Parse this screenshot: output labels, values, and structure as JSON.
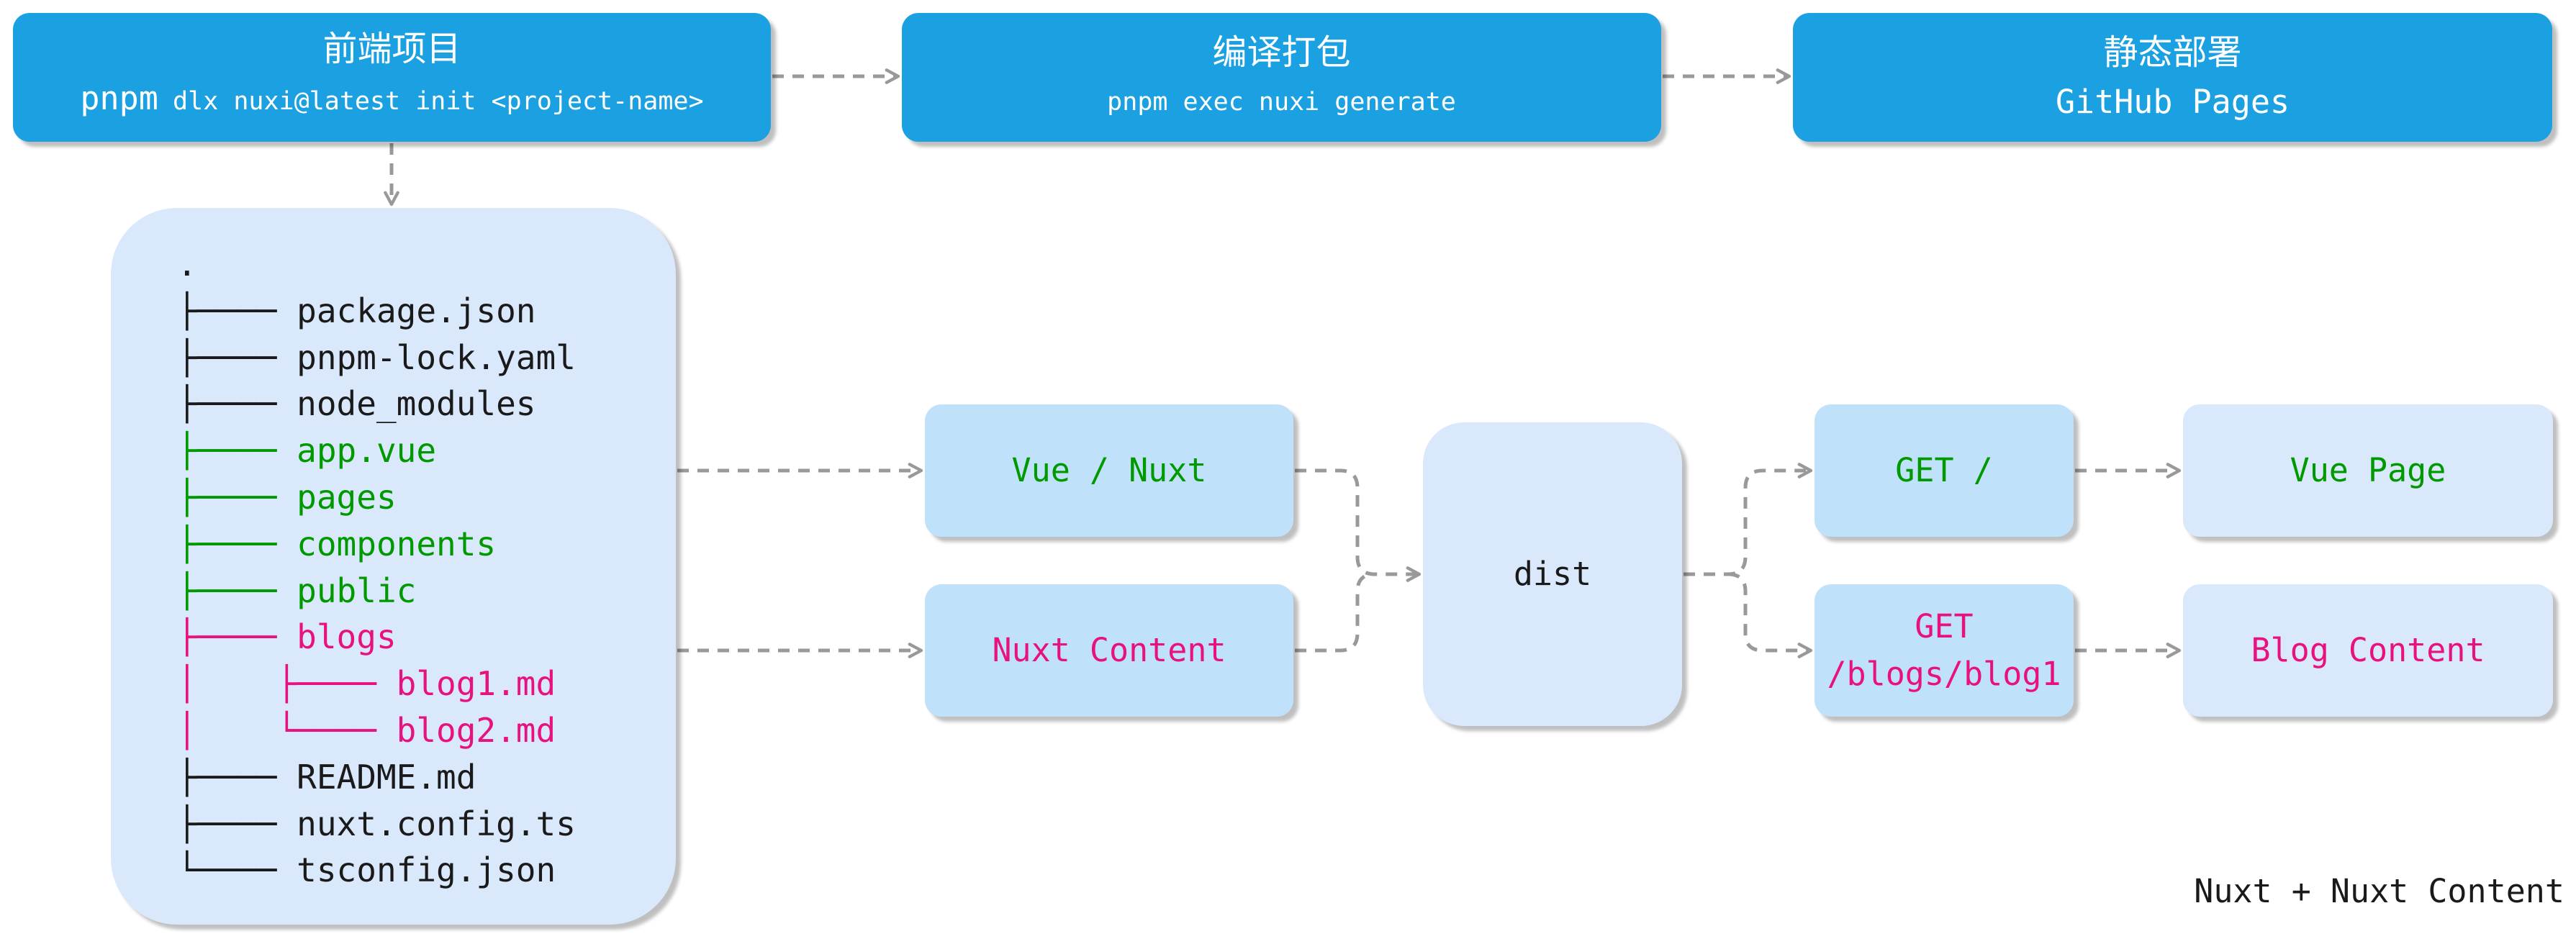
{
  "palette": {
    "pipeline_fill": "#1ba1e2",
    "panel_fill": "#dae8fc",
    "node_fill": "#bfe1fa",
    "text_light": "#ffffff",
    "text_dark": "#1a1a1a",
    "vue": "#009900",
    "content": "#e8127f",
    "connector": "#999999"
  },
  "pipeline": [
    {
      "title": "前端项目",
      "detail_lead": "pnpm",
      "detail": "dlx nuxi@latest init <project-name>"
    },
    {
      "title": "编译打包",
      "detail": "pnpm exec nuxi generate"
    },
    {
      "title": "静态部署",
      "detail": "GitHub Pages"
    }
  ],
  "tree": {
    "root": ".",
    "items": [
      {
        "branch": "├────",
        "name": "package.json",
        "color": "#1a1a1a"
      },
      {
        "branch": "├────",
        "name": "pnpm-lock.yaml",
        "color": "#1a1a1a"
      },
      {
        "branch": "├────",
        "name": "node_modules",
        "color": "#1a1a1a"
      },
      {
        "branch": "├────",
        "name": "app.vue",
        "color": "#009900"
      },
      {
        "branch": "├────",
        "name": "pages",
        "color": "#009900"
      },
      {
        "branch": "├────",
        "name": "components",
        "color": "#009900"
      },
      {
        "branch": "├────",
        "name": "public",
        "color": "#009900"
      },
      {
        "branch": "├────",
        "name": "blogs",
        "color": "#e8127f"
      },
      {
        "branch": "│    ├────",
        "name": "blog1.md",
        "color": "#e8127f"
      },
      {
        "branch": "│    └────",
        "name": "blog2.md",
        "color": "#e8127f"
      },
      {
        "branch": "├────",
        "name": "README.md",
        "color": "#1a1a1a"
      },
      {
        "branch": "├────",
        "name": "nuxt.config.ts",
        "color": "#1a1a1a"
      },
      {
        "branch": "└────",
        "name": "tsconfig.json",
        "color": "#1a1a1a"
      }
    ]
  },
  "sources": [
    {
      "label": "Vue / Nuxt",
      "color": "#009900"
    },
    {
      "label": "Nuxt Content",
      "color": "#e8127f"
    }
  ],
  "build_output": {
    "label": "dist"
  },
  "routes": [
    {
      "lines": [
        "GET /"
      ],
      "color": "#009900"
    },
    {
      "lines": [
        "GET",
        "/blogs/blog1"
      ],
      "color": "#e8127f"
    }
  ],
  "pages": [
    {
      "label": "Vue Page",
      "color": "#009900"
    },
    {
      "label": "Blog Content",
      "color": "#e8127f"
    }
  ],
  "footer_label": "Nuxt + Nuxt Content"
}
